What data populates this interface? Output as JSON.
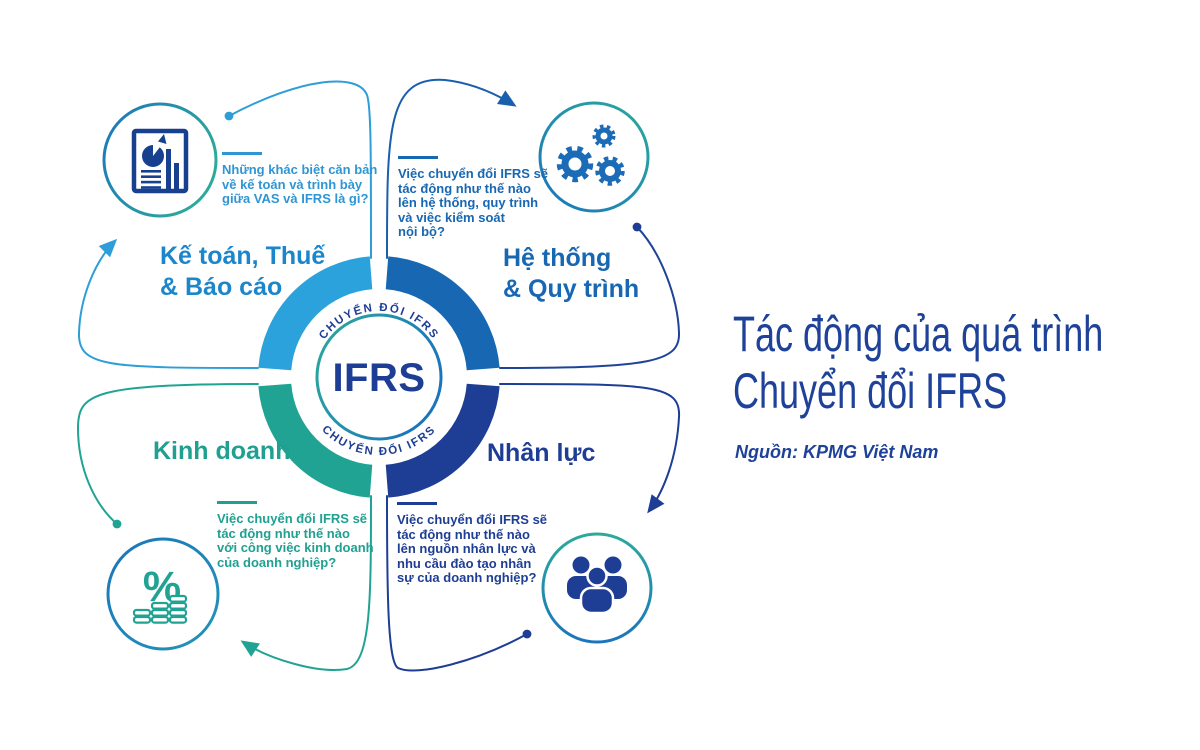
{
  "title_block": {
    "title_line1": "Tác động của quá trình",
    "title_line2": "Chuyển đổi IFRS",
    "source": "Nguồn: KPMG Việt Nam"
  },
  "center": {
    "label": "IFRS",
    "arc_text_top": "CHUYỂN ĐỔI IFRS",
    "arc_text_bottom": "CHUYỂN ĐỔI IFRS"
  },
  "quadrants": {
    "top_left": {
      "heading_line1": "Kế toán, Thuế",
      "heading_line2": "& Báo cáo",
      "question_lines": [
        "Những khác biệt căn bản",
        "về kế toán và trình bày",
        "giữa VAS và IFRS là gì?"
      ],
      "icon": "report-chart-icon"
    },
    "top_right": {
      "heading_line1": "Hệ thống",
      "heading_line2": "& Quy trình",
      "question_lines": [
        "Việc chuyển đổi IFRS sẽ",
        "tác động như thế nào",
        "lên hệ thống, quy trình",
        "và việc kiểm soát",
        "nội bộ?"
      ],
      "icon": "gears-icon"
    },
    "bottom_left": {
      "heading_line1": "Kinh doanh",
      "question_lines": [
        "Việc chuyển đổi IFRS sẽ",
        "tác động như thế nào",
        "với công việc kinh doanh",
        "của doanh nghiệp?"
      ],
      "icon": "percent-coins-icon",
      "percent_glyph": "%"
    },
    "bottom_right": {
      "heading_line1": "Nhân lực",
      "question_lines": [
        "Việc chuyển đổi IFRS sẽ",
        "tác động như thế nào",
        "lên nguồn nhân lực và",
        "nhu cầu đào tạo nhân",
        "sự của doanh nghiệp?"
      ],
      "icon": "people-icon"
    }
  },
  "colors": {
    "light_blue": "#2D9ED8",
    "medium_blue": "#1767B2",
    "navy": "#1E3D94",
    "teal": "#21A394",
    "ring_top_left": "#2BA2DB",
    "ring_top_right": "#1767B2",
    "ring_bottom_left": "#21A394",
    "ring_bottom_right": "#1E3D94",
    "title_navy": "#1E4199",
    "heading_top_left_blue": "#1C86CB",
    "circle_border_blue": "#1B75BC",
    "circle_border_teal": "#2BAA9B"
  }
}
